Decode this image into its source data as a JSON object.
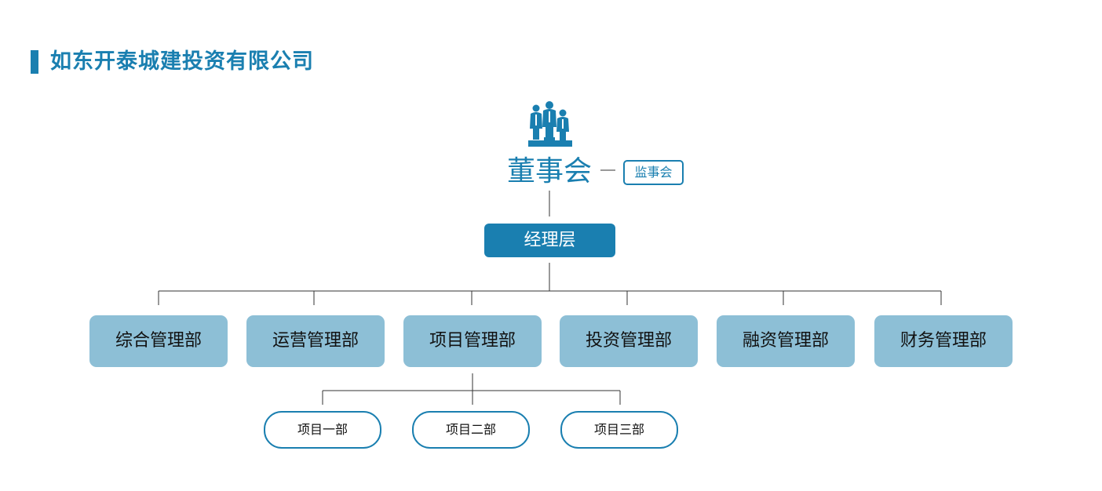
{
  "header": {
    "title": "如东开泰城建投资有限公司"
  },
  "colors": {
    "accent": "#1a7fb0",
    "department_fill": "#8dbfd6",
    "line": "#333333"
  },
  "org": {
    "board": {
      "icon": "people-group-icon",
      "label": "董事会"
    },
    "supervisors": {
      "label": "监事会"
    },
    "management": {
      "label": "经理层"
    },
    "departments": [
      {
        "label": "综合管理部"
      },
      {
        "label": "运营管理部"
      },
      {
        "label": "项目管理部"
      },
      {
        "label": "投资管理部"
      },
      {
        "label": "融资管理部"
      },
      {
        "label": "财务管理部"
      }
    ],
    "projects": [
      {
        "label": "项目一部"
      },
      {
        "label": "项目二部"
      },
      {
        "label": "项目三部"
      }
    ]
  }
}
